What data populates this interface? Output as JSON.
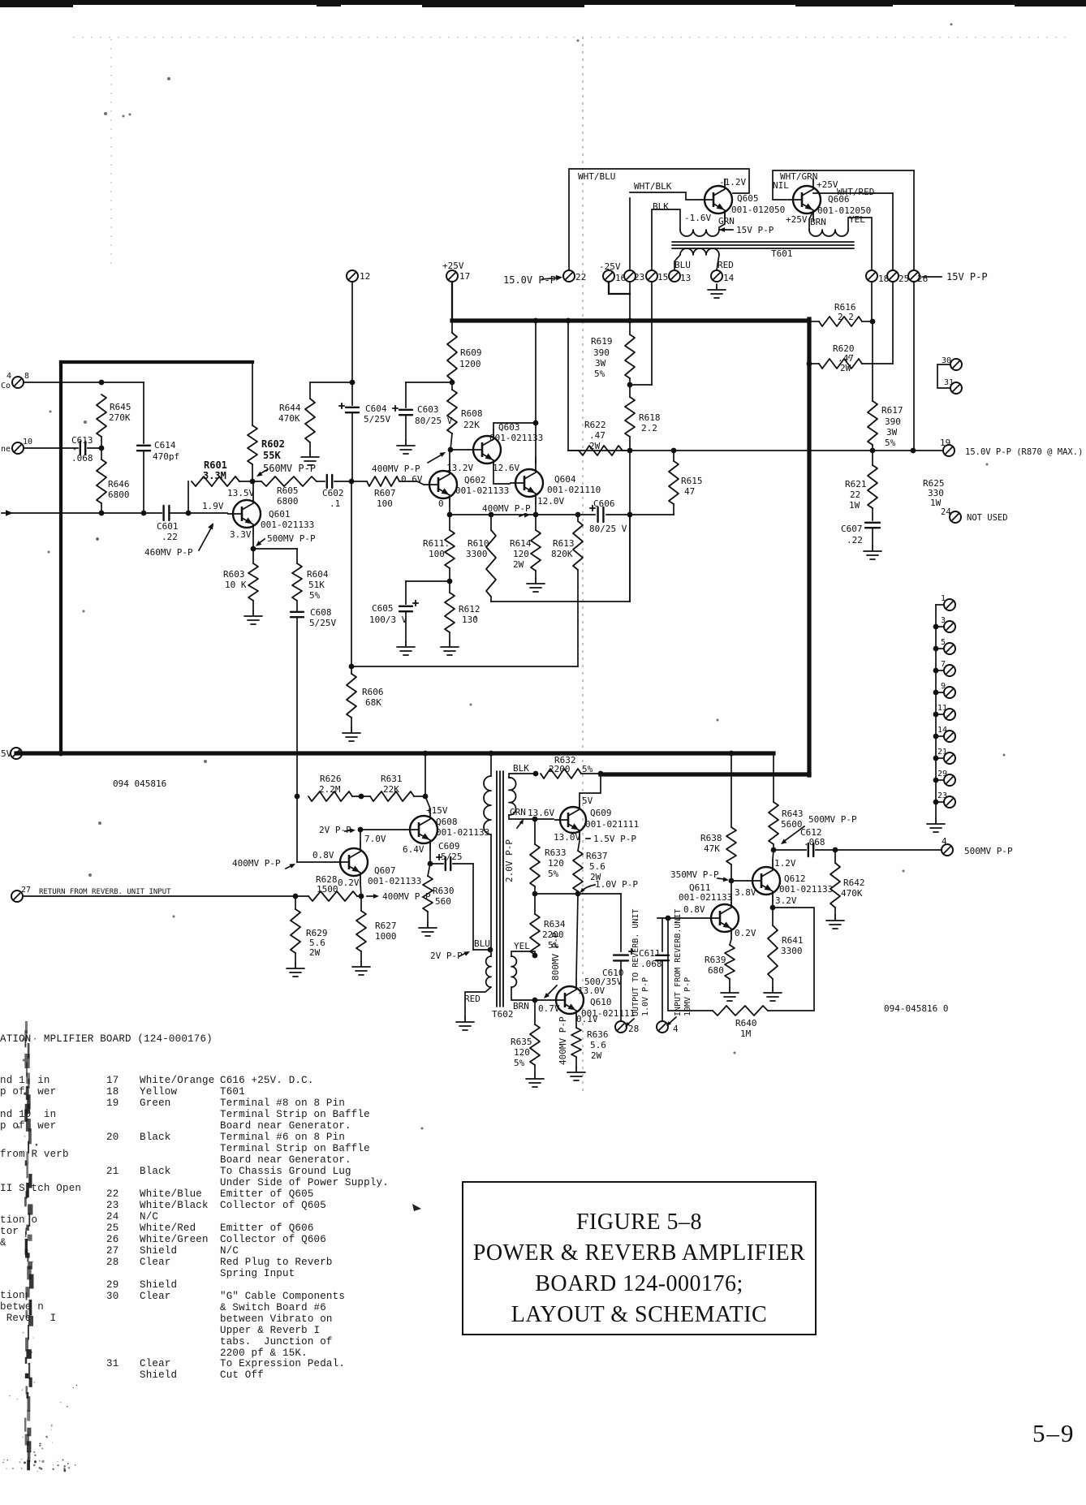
{
  "document": {
    "type": "Scanned service-manual schematic page",
    "figure_title_lines": [
      "FIGURE 5–8",
      "POWER & REVERB AMPLIFIER",
      "BOARD 124-000176;",
      "LAYOUT & SCHEMATIC"
    ],
    "page_number": "5–9"
  },
  "schematic": {
    "part_number_left": "094 045816",
    "part_number_right": "094-045816 0",
    "labels": [
      {
        "t": "12"
      },
      {
        "t": "17"
      },
      {
        "t": "+25V"
      },
      {
        "t": "22"
      },
      {
        "t": "16"
      },
      {
        "t": "23"
      },
      {
        "t": "15"
      },
      {
        "t": "13"
      },
      {
        "t": "14"
      },
      {
        "t": "18"
      },
      {
        "t": "25"
      },
      {
        "t": "26"
      },
      {
        "t": "-25V"
      },
      {
        "t": "15.0V P-P"
      },
      {
        "t": "15V P-P"
      },
      {
        "t": "WHT/BLU"
      },
      {
        "t": "WHT/BLK"
      },
      {
        "t": "-1.2V"
      },
      {
        "t": "Q605"
      },
      {
        "t": "001-012050"
      },
      {
        "t": "BLK"
      },
      {
        "t": "-1.6V"
      },
      {
        "t": "GRN"
      },
      {
        "t": "15V P-P"
      },
      {
        "t": "WHT/GRN"
      },
      {
        "t": "NIL"
      },
      {
        "t": "+25V"
      },
      {
        "t": "WHT/RED"
      },
      {
        "t": "Q606"
      },
      {
        "t": "001-012050"
      },
      {
        "t": "+25V"
      },
      {
        "t": "BRN"
      },
      {
        "t": "YEL"
      },
      {
        "t": "T601"
      },
      {
        "t": "BLU"
      },
      {
        "t": "RED"
      },
      {
        "t": "5V"
      },
      {
        "t": "R616"
      },
      {
        "t": "2.2"
      },
      {
        "t": "R620"
      },
      {
        "t": ".47"
      },
      {
        "t": "2W"
      },
      {
        "t": "R617"
      },
      {
        "t": "390"
      },
      {
        "t": "3W"
      },
      {
        "t": "5%"
      },
      {
        "t": "19"
      },
      {
        "t": "15.0V P-P (R870 @ MAX.)"
      },
      {
        "t": "R621"
      },
      {
        "t": "22"
      },
      {
        "t": "1W"
      },
      {
        "t": "C607"
      },
      {
        "t": ".22"
      },
      {
        "t": "R625"
      },
      {
        "t": "330"
      },
      {
        "t": "1W"
      },
      {
        "t": "24"
      },
      {
        "t": "NOT USED"
      },
      {
        "t": "30"
      },
      {
        "t": "31"
      },
      {
        "t": "8"
      },
      {
        "t": "4"
      },
      {
        "t": "Co"
      },
      {
        "t": "10"
      },
      {
        "t": "ne"
      },
      {
        "t": "R645"
      },
      {
        "t": "270K"
      },
      {
        "t": "R646"
      },
      {
        "t": "6800"
      },
      {
        "t": "C613"
      },
      {
        "t": ".068"
      },
      {
        "t": "C614"
      },
      {
        "t": "470pf"
      },
      {
        "t": "C601"
      },
      {
        "t": ".22"
      },
      {
        "t": "1.9V"
      },
      {
        "t": "R601"
      },
      {
        "t": "3.3M"
      },
      {
        "t": "R602"
      },
      {
        "t": "55K"
      },
      {
        "t": "560MV P-P"
      },
      {
        "t": "13.5V"
      },
      {
        "t": "Q601"
      },
      {
        "t": "001-021133"
      },
      {
        "t": "3.3V"
      },
      {
        "t": "500MV P-P"
      },
      {
        "t": "460MV P-P"
      },
      {
        "t": "R603"
      },
      {
        "t": "10 K"
      },
      {
        "t": "R604"
      },
      {
        "t": "51K"
      },
      {
        "t": "5%"
      },
      {
        "t": "C608"
      },
      {
        "t": "5/25V"
      },
      {
        "t": "R605"
      },
      {
        "t": "6800"
      },
      {
        "t": "C602"
      },
      {
        "t": ".1"
      },
      {
        "t": "R607"
      },
      {
        "t": "100"
      },
      {
        "t": "400MV P-P"
      },
      {
        "t": "0.6V"
      },
      {
        "t": "R644"
      },
      {
        "t": "470K"
      },
      {
        "t": "C604"
      },
      {
        "t": "5/25V"
      },
      {
        "t": "R609"
      },
      {
        "t": "1200"
      },
      {
        "t": "C603"
      },
      {
        "t": "80/25 V"
      },
      {
        "t": "R608"
      },
      {
        "t": "22K"
      },
      {
        "t": "13.2V"
      },
      {
        "t": "Q602"
      },
      {
        "t": "001-021133"
      },
      {
        "t": "0"
      },
      {
        "t": "Q603"
      },
      {
        "t": "001-021133"
      },
      {
        "t": "12.6V"
      },
      {
        "t": "Q604"
      },
      {
        "t": "001-021110"
      },
      {
        "t": "12.0V"
      },
      {
        "t": "C606"
      },
      {
        "t": "80/25 V"
      },
      {
        "t": "400MV P-P"
      },
      {
        "t": "R611."
      },
      {
        "t": "100"
      },
      {
        "t": "R612"
      },
      {
        "t": "130"
      },
      {
        "t": "C605"
      },
      {
        "t": "100/3 V"
      },
      {
        "t": "R610"
      },
      {
        "t": "3300"
      },
      {
        "t": "R614"
      },
      {
        "t": "120"
      },
      {
        "t": "2W"
      },
      {
        "t": "R613"
      },
      {
        "t": "820K"
      },
      {
        "t": "R606"
      },
      {
        "t": "68K"
      },
      {
        "t": "R619"
      },
      {
        "t": "390"
      },
      {
        "t": "3W"
      },
      {
        "t": "5%"
      },
      {
        "t": "R618"
      },
      {
        "t": "2.2"
      },
      {
        "t": "R622"
      },
      {
        "t": ".47"
      },
      {
        "t": "2W"
      },
      {
        "t": "R615"
      },
      {
        "t": "47"
      },
      {
        "t": "094 045816"
      },
      {
        "t": "094-045816 0"
      },
      {
        "t": "R626"
      },
      {
        "t": "2.2M"
      },
      {
        "t": "R631"
      },
      {
        "t": "22K"
      },
      {
        "t": "400MV P-P"
      },
      {
        "t": "0.8V"
      },
      {
        "t": "Q607"
      },
      {
        "t": "001-021133"
      },
      {
        "t": "R628"
      },
      {
        "t": "0.2V"
      },
      {
        "t": "1500"
      },
      {
        "t": "2V P-P"
      },
      {
        "t": "7.0V"
      },
      {
        "t": "+15V"
      },
      {
        "t": "Q608"
      },
      {
        "t": "001-021133"
      },
      {
        "t": "6.4V"
      },
      {
        "t": "C609"
      },
      {
        "t": "5/25"
      },
      {
        "t": "BLU"
      },
      {
        "t": "2V P-P"
      },
      {
        "t": "R630"
      },
      {
        "t": "560"
      },
      {
        "t": "27"
      },
      {
        "t": "RETURN FROM REVERB. UNIT INPUT"
      },
      {
        "t": "R629"
      },
      {
        "t": "5.6"
      },
      {
        "t": "2W"
      },
      {
        "t": "400MV P-P"
      },
      {
        "t": "R627"
      },
      {
        "t": "1000"
      },
      {
        "t": "T602"
      },
      {
        "t": "RED"
      },
      {
        "t": "BLK"
      },
      {
        "t": "R632"
      },
      {
        "t": "2200"
      },
      {
        "t": "5%"
      },
      {
        "t": "GRN"
      },
      {
        "t": "13.6V"
      },
      {
        "t": "2.0V P-P",
        "r": -90
      },
      {
        "t": "5V"
      },
      {
        "t": "Q609"
      },
      {
        "t": "001-021111"
      },
      {
        "t": "13.0V"
      },
      {
        "t": "1.5V P-P"
      },
      {
        "t": "R633"
      },
      {
        "t": "120"
      },
      {
        "t": "5%"
      },
      {
        "t": "R637"
      },
      {
        "t": "5.6"
      },
      {
        "t": "2W"
      },
      {
        "t": "1.0V P-P"
      },
      {
        "t": "R634"
      },
      {
        "t": "2200"
      },
      {
        "t": "5%"
      },
      {
        "t": "YEL"
      },
      {
        "t": "800MV P-P",
        "r": -90
      },
      {
        "t": "BRN"
      },
      {
        "t": "R635"
      },
      {
        "t": "120"
      },
      {
        "t": "5%"
      },
      {
        "t": "Q610"
      },
      {
        "t": "001-021111"
      },
      {
        "t": "0.7V"
      },
      {
        "t": "0.1V"
      },
      {
        "t": "R636"
      },
      {
        "t": "5.6"
      },
      {
        "t": "2W"
      },
      {
        "t": "400MV P-P",
        "r": -90
      },
      {
        "t": "C610"
      },
      {
        "t": "500/35V"
      },
      {
        "t": "13.0V"
      },
      {
        "t": "28"
      },
      {
        "t": "OUTPUT TO REVERB. UNIT",
        "r": -90
      },
      {
        "t": "1.0V P-P",
        "r": -90
      },
      {
        "t": "R638"
      },
      {
        "t": "47K"
      },
      {
        "t": "350MV P-P"
      },
      {
        "t": "Q611"
      },
      {
        "t": "001-021133"
      },
      {
        "t": "0.8V"
      },
      {
        "t": "0.2V"
      },
      {
        "t": "3.8V"
      },
      {
        "t": "Q612"
      },
      {
        "t": "001-021133"
      },
      {
        "t": "1.2V"
      },
      {
        "t": "3.2V"
      },
      {
        "t": "R643"
      },
      {
        "t": "5600"
      },
      {
        "t": "500MV P-P"
      },
      {
        "t": "C612"
      },
      {
        "t": ".068"
      },
      {
        "t": "4"
      },
      {
        "t": "500MV P-P"
      },
      {
        "t": "R642"
      },
      {
        "t": "470K"
      },
      {
        "t": "R641"
      },
      {
        "t": "3300"
      },
      {
        "t": "R640"
      },
      {
        "t": "1M"
      },
      {
        "t": "C611"
      },
      {
        "t": ".068"
      },
      {
        "t": "4"
      },
      {
        "t": "INPUT FROM REVERB.UNIT",
        "r": -90
      },
      {
        "t": "10MV P-P",
        "r": -90
      },
      {
        "t": "R639"
      },
      {
        "t": "680"
      },
      {
        "t": "1"
      },
      {
        "t": "3"
      },
      {
        "t": "5"
      },
      {
        "t": "7"
      },
      {
        "t": "9"
      },
      {
        "t": "11"
      },
      {
        "t": "14"
      },
      {
        "t": "21"
      },
      {
        "t": "29"
      },
      {
        "t": "23"
      }
    ]
  },
  "wire_table": {
    "header": "ATION  MPLIFIER BOARD (124-000176)",
    "rows": [
      {
        "num": "17",
        "color": "White/Orange",
        "destination": "C616 +25V. D.C."
      },
      {
        "num": "18",
        "color": "Yellow",
        "destination": "T601"
      },
      {
        "num": "19",
        "color": "Green",
        "destination": "Terminal #8 on 8 Pin\nTerminal Strip on Baffle\nBoard near Generator."
      },
      {
        "num": "20",
        "color": "Black",
        "destination": "Terminal #6 on 8 Pin\nTerminal Strip on Baffle\nBoard near Generator."
      },
      {
        "num": "21",
        "color": "Black",
        "destination": "To Chassis Ground Lug\nUnder Side of Power Supply."
      },
      {
        "num": "22",
        "color": "White/Blue",
        "destination": "Emitter of Q605"
      },
      {
        "num": "23",
        "color": "White/Black",
        "destination": "Collector of Q605"
      },
      {
        "num": "24",
        "color": "N/C",
        "destination": ""
      },
      {
        "num": "25",
        "color": "White/Red",
        "destination": "Emitter of Q606"
      },
      {
        "num": "26",
        "color": "White/Green",
        "destination": "Collector of Q606"
      },
      {
        "num": "27",
        "color": "Shield",
        "destination": "N/C"
      },
      {
        "num": "28",
        "color": "Clear",
        "destination": "Red Plug to Reverb\nSpring Input"
      },
      {
        "num": "29",
        "color": "Shield",
        "destination": ""
      },
      {
        "num": "30",
        "color": "Clear",
        "destination": "\"G\" Cable Components\n& Switch Board #6\nbetween Vibrato on\nUpper & Reverb I\ntabs.  Junction of\n2200 pf & 15K."
      },
      {
        "num": "31",
        "color": "Clear\nShield",
        "destination": "To Expression Pedal.\nCut Off"
      }
    ],
    "left_fragments": [
      {
        "text": "nd 1  in\np of  wer"
      },
      {
        "text": "nd 10  in\np of  wer"
      },
      {
        "text": "from R verb"
      },
      {
        "text": "II S tch Open"
      },
      {
        "text": "tion o\ntor\n&"
      },
      {
        "text": "tion\nbetwe n\n Reve   I"
      }
    ]
  }
}
